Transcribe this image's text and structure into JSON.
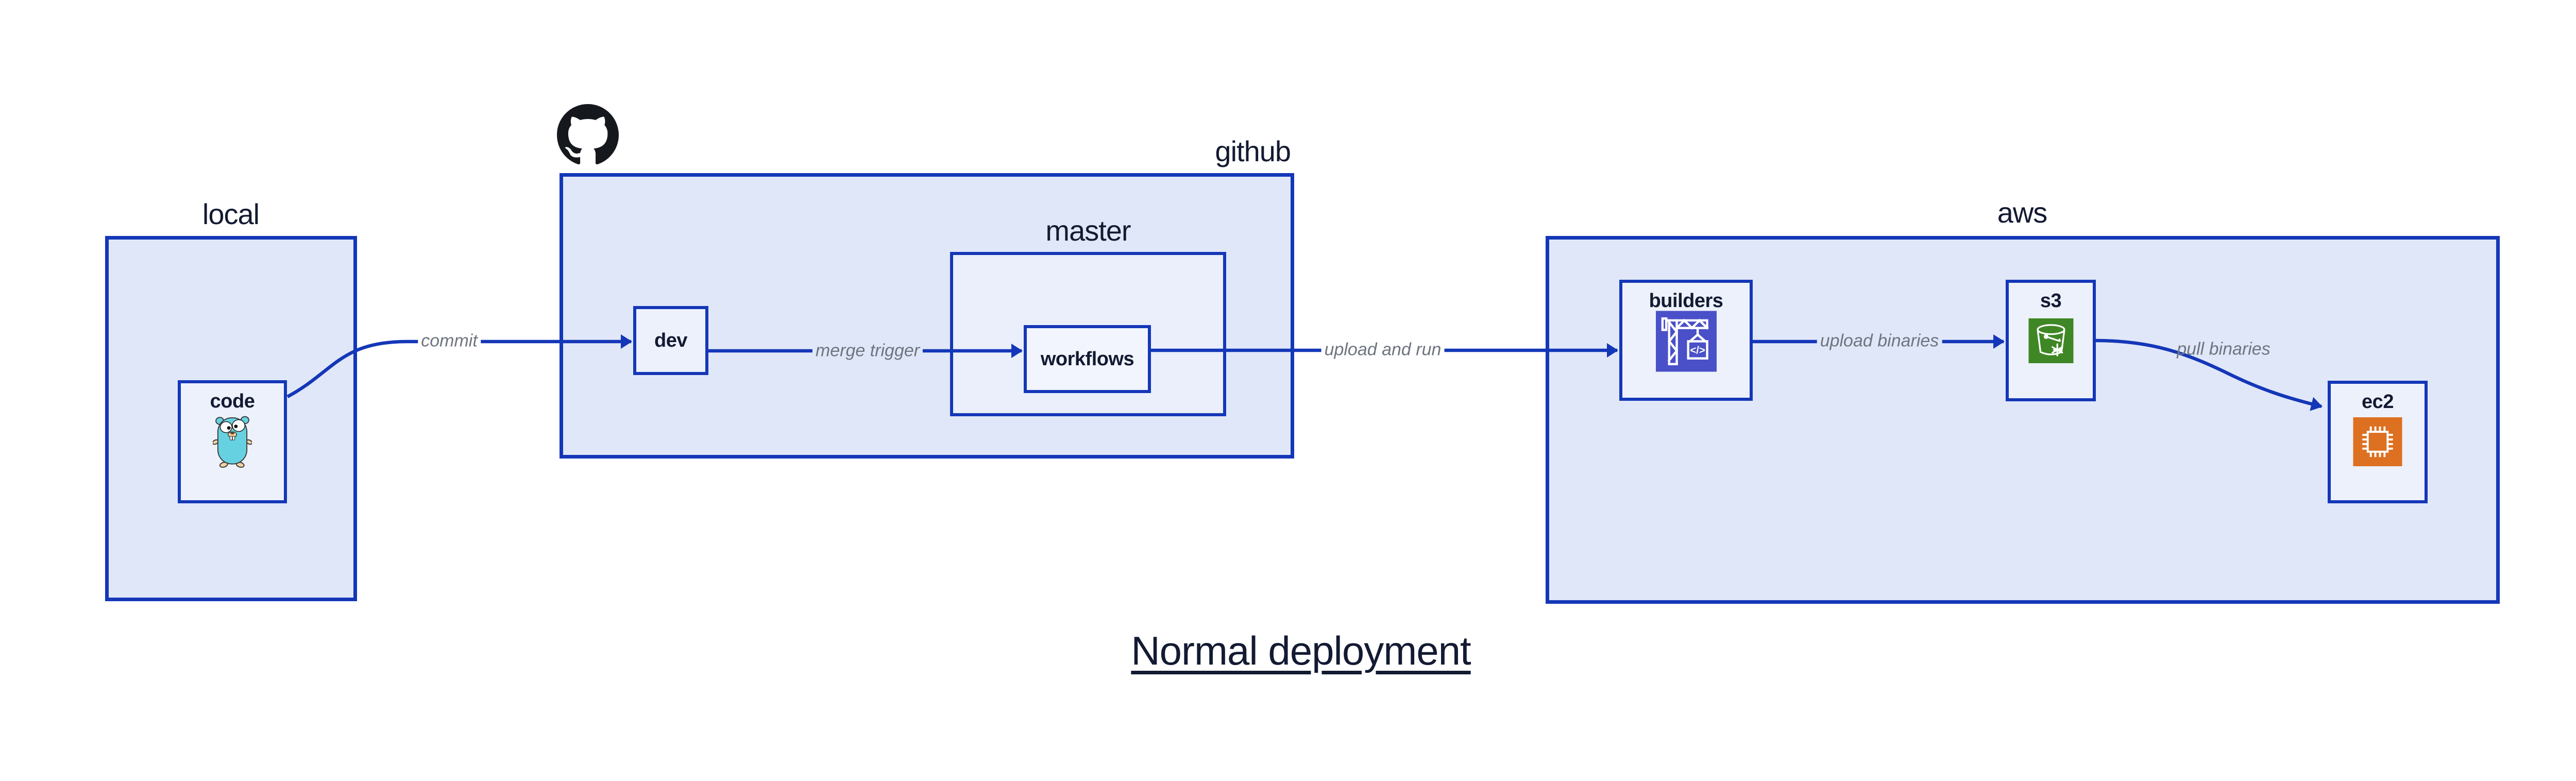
{
  "title": {
    "text": "Normal deployment"
  },
  "groups": {
    "local": {
      "label": "local"
    },
    "github": {
      "label": "github"
    },
    "master": {
      "label": "master"
    },
    "aws": {
      "label": "aws"
    }
  },
  "nodes": {
    "code": {
      "label": "code",
      "icon": "go-gopher-icon"
    },
    "dev": {
      "label": "dev"
    },
    "workflows": {
      "label": "workflows"
    },
    "builders": {
      "label": "builders",
      "icon": "build-crane-icon"
    },
    "s3": {
      "label": "s3",
      "icon": "s3-bucket-icon"
    },
    "ec2": {
      "label": "ec2",
      "icon": "ec2-chip-icon"
    }
  },
  "edges": {
    "commit": {
      "label": "commit",
      "from": "code",
      "to": "dev"
    },
    "merge_trigger": {
      "label": "merge trigger",
      "from": "dev",
      "to": "workflows"
    },
    "upload_and_run": {
      "label": "upload and run",
      "from": "workflows",
      "to": "builders"
    },
    "upload_binaries": {
      "label": "upload binaries",
      "from": "builders",
      "to": "s3"
    },
    "pull_binaries": {
      "label": "pull binaries",
      "from": "s3",
      "to": "ec2"
    }
  },
  "icons": {
    "github_logo": "github-logo-icon",
    "crane_code_glyph": "</>"
  },
  "colors": {
    "accent_blue": "#1437b8",
    "region_fill": "#e0e7f8",
    "master_fill": "#eaeffb",
    "node_fill": "#edf1fb",
    "edge_label_gray": "#6e7580",
    "text_navy": "#131a32",
    "builders_icon_bg": "#4a50c8",
    "s3_icon_bg": "#3f8624",
    "ec2_icon_bg": "#dd7021",
    "github_black": "#15181d",
    "gopher_teal": "#66d2e1"
  }
}
